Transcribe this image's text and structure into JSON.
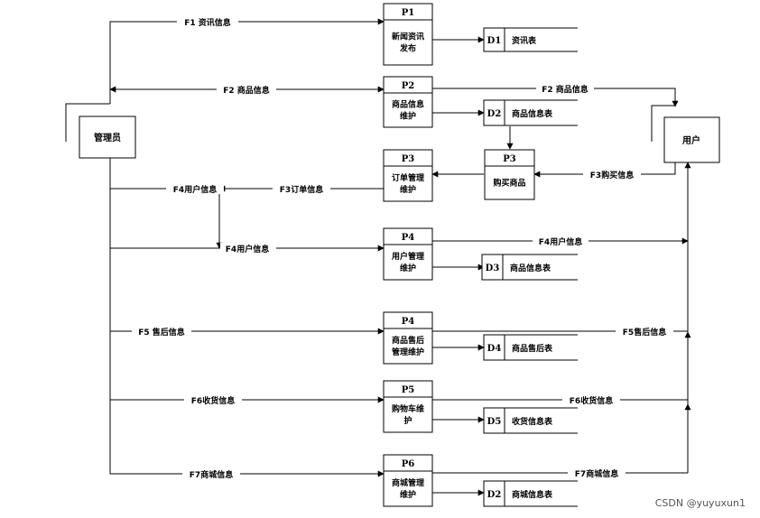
{
  "entities": {
    "admin": "管理员",
    "user": "用户"
  },
  "processes": [
    {
      "id": "P1",
      "lines": [
        "新闻资讯",
        "发布"
      ]
    },
    {
      "id": "P2",
      "lines": [
        "商品信息",
        "维护"
      ]
    },
    {
      "id": "P3",
      "lines": [
        "订单管理",
        "维护"
      ]
    },
    {
      "id": "P3",
      "lines": [
        "购买商品"
      ]
    },
    {
      "id": "P4",
      "lines": [
        "用户管理",
        "维护"
      ]
    },
    {
      "id": "P4",
      "lines": [
        "商品售后",
        "管理维护"
      ]
    },
    {
      "id": "P5",
      "lines": [
        "购物车维",
        "护"
      ]
    },
    {
      "id": "P6",
      "lines": [
        "商城管理",
        "维护"
      ]
    }
  ],
  "stores": [
    {
      "id": "D1",
      "name": "资讯表"
    },
    {
      "id": "D2",
      "name": "商品信息表"
    },
    {
      "id": "D3",
      "name": "商品信息表"
    },
    {
      "id": "D4",
      "name": "商品售后表"
    },
    {
      "id": "D5",
      "name": "收货信息表"
    },
    {
      "id": "D2",
      "name": "商城信息表"
    }
  ],
  "flows": {
    "f1": "F1 资讯信息",
    "f2_left": "F2 商品信息",
    "f2_right": "F2 商品信息",
    "f3_buy": "F3购买信息",
    "f3_order": "F3订单信息",
    "f4_a": "F4用户信息",
    "f4_b": "F4用户信息",
    "f4_c": "F4用户信息",
    "f5_left": "F5 售后信息",
    "f5_right": "F5售后信息",
    "f6_left": "F6收货信息",
    "f6_right": "F6收货信息",
    "f7_left": "F7商城信息",
    "f7_right": "F7商城信息"
  },
  "watermark": "CSDN @yuyuxun1"
}
